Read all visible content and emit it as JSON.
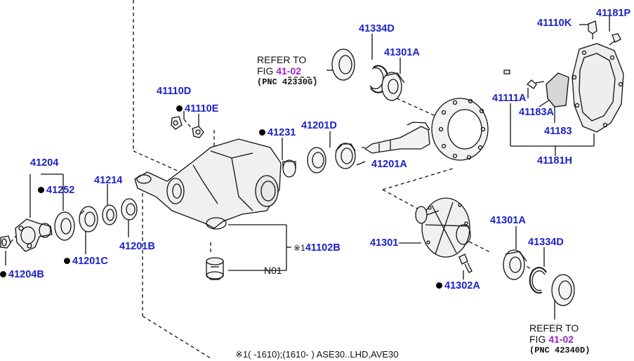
{
  "parts": {
    "p41181P": "41181P",
    "p41110K": "41110K",
    "p41334D_top": "41334D",
    "p41301A_top": "41301A",
    "p41110D": "41110D",
    "p41110E": "41110E",
    "p41231": "41231",
    "p41201D": "41201D",
    "p41201A": "41201A",
    "p41111A": "41111A",
    "p41183A": "41183A",
    "p41183": "41183",
    "p41181H": "41181H",
    "p41204": "41204",
    "p41252": "41252",
    "p41214": "41214",
    "p41201B": "41201B",
    "p41201C": "41201C",
    "p41204B": "41204B",
    "p41301": "41301",
    "p41301A_bot": "41301A",
    "p41334D_bot": "41334D",
    "p41302A": "41302A",
    "p41102B": "41102B"
  },
  "refs": {
    "top": {
      "line1": "REFER TO",
      "fig_prefix": "FIG ",
      "fig_link": "41-02",
      "pnc": "(PNC 42330G)"
    },
    "bottom": {
      "line1": "REFER TO",
      "fig_prefix": "FIG ",
      "fig_link": "41-02",
      "pnc": "(PNC 42340D)"
    }
  },
  "labels": {
    "n01": "N01",
    "note_mark": "※1",
    "footnote": "※1(      -1610);(1610-      ) ASE30..LHD,AVE30"
  },
  "colors": {
    "part_number": "#1a22c8",
    "fig_link": "#9b27c9",
    "highlight": "#4caf50"
  }
}
